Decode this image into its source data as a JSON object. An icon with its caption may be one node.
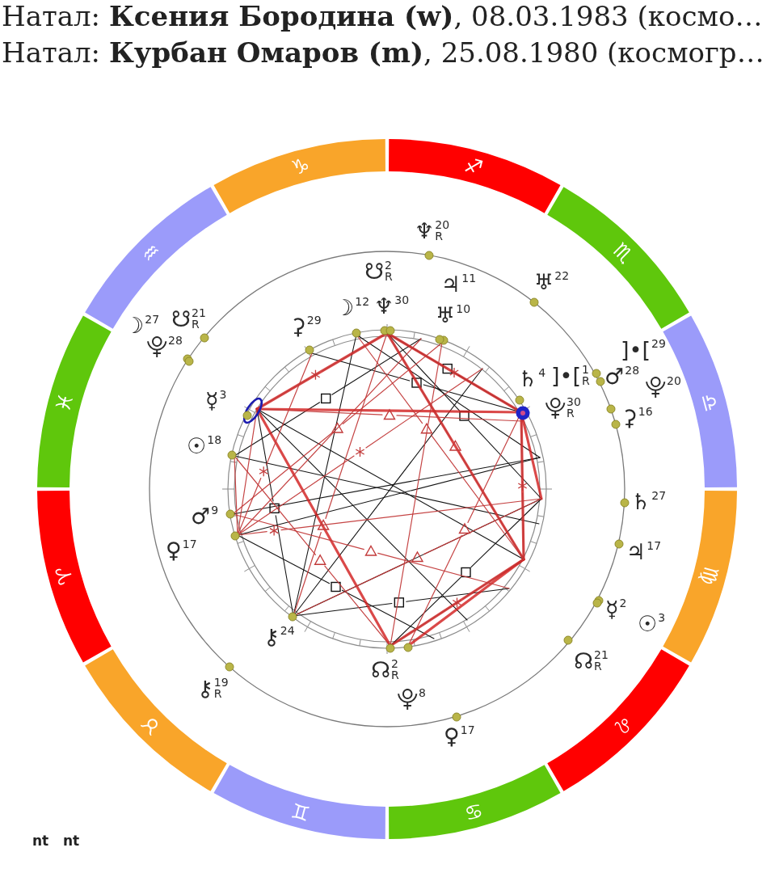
{
  "diagram": {
    "nodes": [
      {
        "text": [
          "♑"
        ]
      },
      {
        "text": [
          "♐"
        ]
      },
      {
        "text": [
          "♒"
        ]
      },
      {
        "text": [
          "♏"
        ]
      },
      {
        "text": [
          "♓"
        ]
      },
      {
        "text": [
          "♎"
        ]
      },
      {
        "text": [
          "♈"
        ]
      },
      {
        "text": [
          "♍"
        ]
      },
      {
        "text": [
          "♉"
        ]
      },
      {
        "text": [
          "♌"
        ]
      },
      {
        "text": [
          "♊"
        ]
      },
      {
        "text": [
          "♋"
        ]
      }
    ],
    "labels": [
      "Натал: **Ксения Бородина (w)**, 08.03.1983 (космо…",
      "Натал: **Курбан Омаров (m)**, 25.08.1980 (космогр…",
      "♆$^{20}$$_{R}$",
      "☋$^{2}$$_{R}$",
      "♃$^{11}$",
      "♅$^{22}$",
      "☽$^{27}$",
      "☋$^{21}$$_{R}$",
      "⚳$^{29}$",
      "☽$^{12}$",
      "♆$^{30}$",
      "♅$^{10}$",
      "⯓$^{28}$",
      "]•[$^{29}$",
      "☿$^{3}$",
      "♄$^{4}$",
      "⯓$^{30}$$_{R}$",
      "]•[$^{1}$$_{R}$",
      "♂$^{28}$",
      "⚳$^{16}$",
      "⯓$^{20}$",
      "☉$^{18}$",
      "♂$^{9}$",
      "♄$^{27}$",
      "♀$^{17}$",
      "♃$^{17}$",
      "⚷$^{24}$",
      "☿$^{2}$",
      "☉$^{3}$",
      "⚷$^{19}$$_{R}$",
      "☊$^{2}$$_{R}$",
      "☊$^{21}$$_{R}$",
      "⯓$^{8}$",
      "♀$^{17}$",
      "nt",
      "nt"
    ]
  }
}
